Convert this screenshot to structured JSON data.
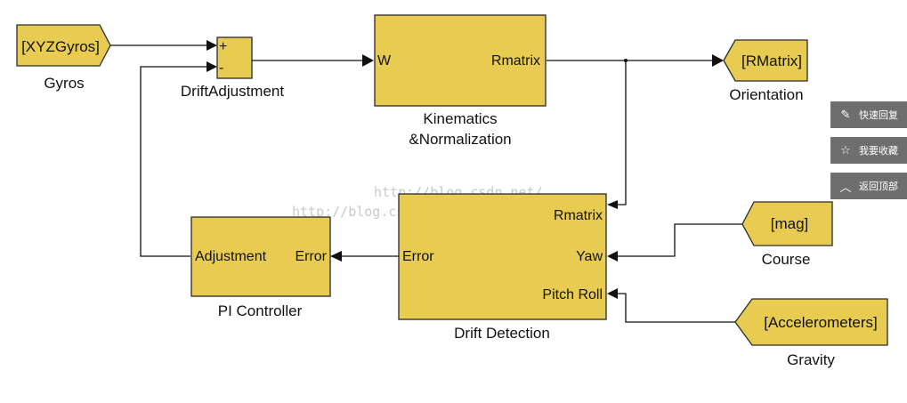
{
  "diagram": {
    "gyros": {
      "tag": "[XYZGyros]",
      "caption": "Gyros"
    },
    "drift_adjustment": {
      "plus": "+",
      "minus": "-",
      "caption": "DriftAdjustment"
    },
    "kinematics": {
      "in_port": "W",
      "out_port": "Rmatrix",
      "caption_line1": "Kinematics",
      "caption_line2": "&Normalization"
    },
    "orientation": {
      "tag": "[RMatrix]",
      "caption": "Orientation"
    },
    "pi_controller": {
      "in_port": "Error",
      "out_port": "Adjustment",
      "caption": "PI Controller"
    },
    "drift_detection": {
      "in_rmatrix": "Rmatrix",
      "in_yaw": "Yaw",
      "in_pitch_roll": "Pitch Roll",
      "out_port": "Error",
      "caption": "Drift Detection"
    },
    "course": {
      "tag": "[mag]",
      "caption": "Course"
    },
    "gravity": {
      "tag": "[Accelerometers]",
      "caption": "Gravity"
    }
  },
  "watermark": {
    "line1": "http://blog.csdn.net/",
    "line2": "http://blog.csdn.net/superrunner_wujin"
  },
  "sidebar": {
    "reply": {
      "icon": "pencil-icon",
      "label": "快速回复"
    },
    "favorite": {
      "icon": "star-icon",
      "label": "我要收藏"
    },
    "top": {
      "icon": "chevron-up-icon",
      "label": "返回顶部"
    }
  }
}
